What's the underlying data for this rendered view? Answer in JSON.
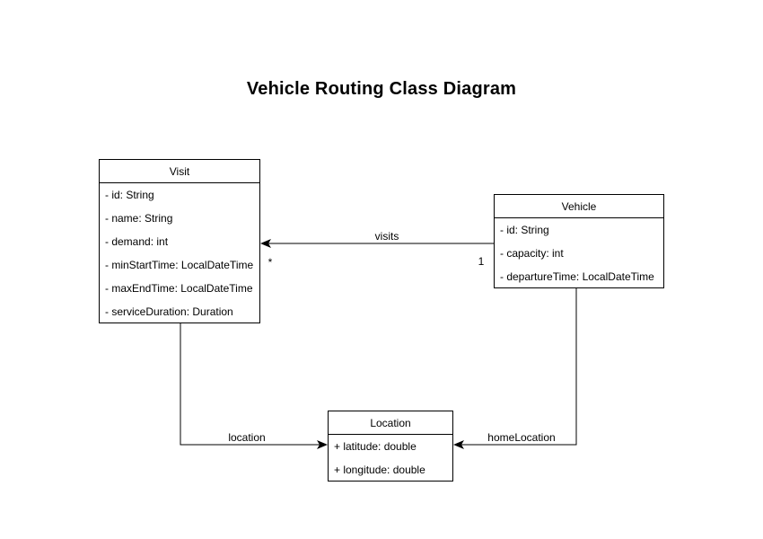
{
  "title": "Vehicle Routing Class Diagram",
  "classes": {
    "visit": {
      "name": "Visit",
      "attributes": [
        "- id: String",
        "- name: String",
        "- demand: int",
        "- minStartTime: LocalDateTime",
        "- maxEndTime: LocalDateTime",
        "- serviceDuration: Duration"
      ]
    },
    "vehicle": {
      "name": "Vehicle",
      "attributes": [
        "- id: String",
        "- capacity: int",
        "- departureTime: LocalDateTime"
      ]
    },
    "location": {
      "name": "Location",
      "attributes": [
        "+ latitude: double",
        "+ longitude: double"
      ]
    }
  },
  "edges": {
    "visits": {
      "label": "visits",
      "target_multiplicity": "*",
      "source_multiplicity": "1"
    },
    "location": {
      "label": "location"
    },
    "home_location": {
      "label": "homeLocation"
    }
  },
  "colors": {
    "background": "#ffffff",
    "box_fill": "#ffffff",
    "box_border": "#000000",
    "line": "#000000",
    "text": "#000000"
  }
}
